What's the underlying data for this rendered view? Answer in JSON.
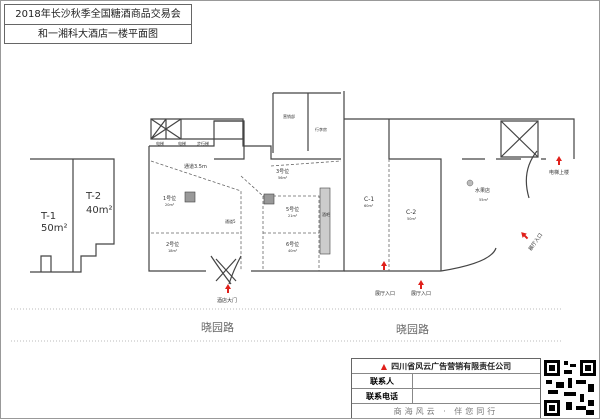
{
  "header": {
    "title": "2018年长沙秋季全国糖酒商品交易会",
    "subtitle": "和一湘科大酒店一楼平面图"
  },
  "floorplan": {
    "tents": [
      {
        "name": "T-1",
        "area": "50m²"
      },
      {
        "name": "T-2",
        "area": "40m²"
      }
    ],
    "elevator_1": "电梯",
    "elevator_2": "电梯",
    "stairs": "步行梯",
    "marketing": "营销部",
    "luggage": "行李房",
    "corridor_top": "通道3.5m",
    "corridor_mid": "通道5",
    "booths": [
      {
        "name": "1号位",
        "area": "20m²"
      },
      {
        "name": "2号位",
        "area": "18m²"
      },
      {
        "name": "3号位",
        "area": "56m²"
      },
      {
        "name": "5号位",
        "area": "21m²"
      },
      {
        "name": "6号位",
        "area": "40m²"
      }
    ],
    "bar": "酒吧",
    "main_door": "酒店大门",
    "shops": [
      {
        "name": "C-1",
        "area": "60m²"
      },
      {
        "name": "C-2",
        "area": "50m²"
      }
    ],
    "fruit_shop": {
      "name": "水果店",
      "area": "55m²"
    },
    "elevator_up": "电梯上楼",
    "hall_entrance": "展厅入口",
    "road": "晓园路"
  },
  "footer": {
    "company": "四川省风云广告营销有限责任公司",
    "contact_label": "联系人",
    "phone_label": "联系电话",
    "slogan": "商海风云 · 伴您同行"
  },
  "colors": {
    "arrow": "#e0201b"
  }
}
